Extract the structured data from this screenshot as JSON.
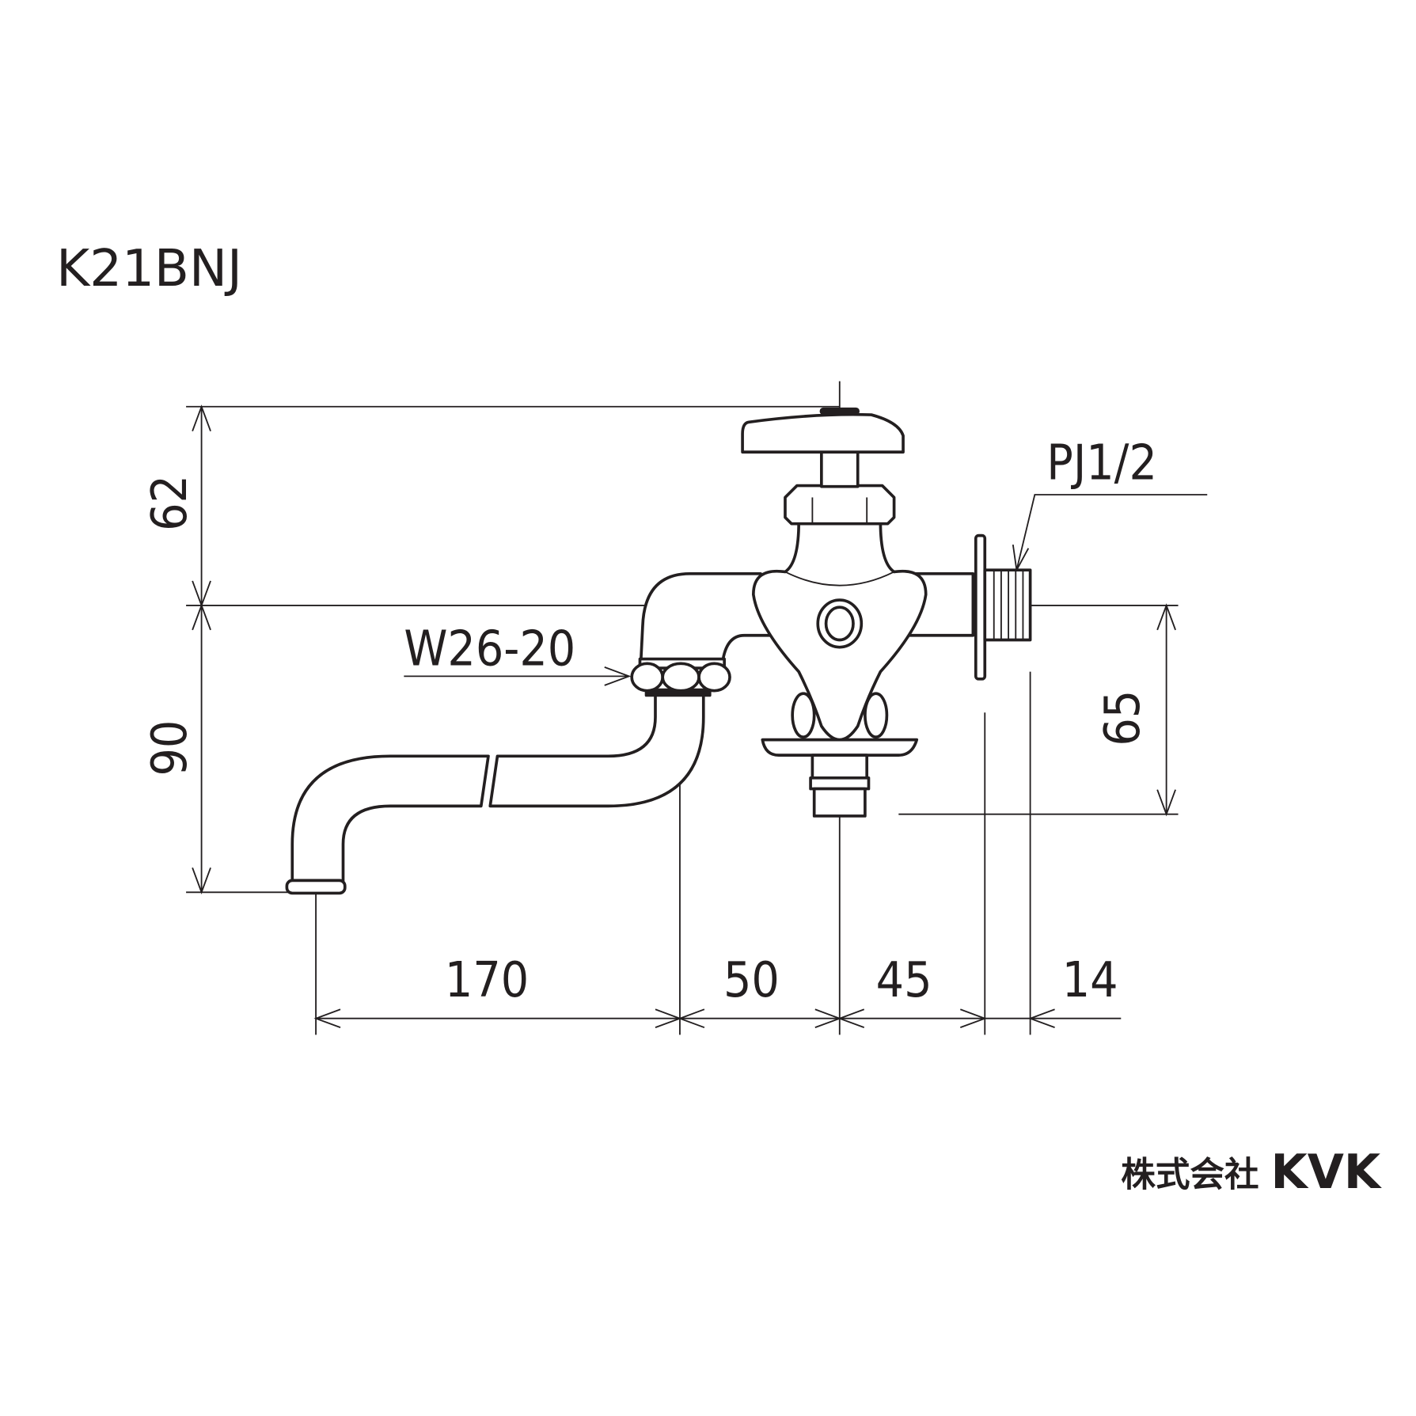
{
  "title": "K21BNJ",
  "dimensions": {
    "height_above_axis": "62",
    "height_below_axis": "90",
    "outlet_drop": "65",
    "spout_reach": "170",
    "spout_to_center": "50",
    "center_to_flange": "45",
    "thread_length": "14"
  },
  "callouts": {
    "hose_connector": "W26-20",
    "thread": "PJ1/2"
  },
  "logo": {
    "company_jp": "株式会社",
    "brand": "KVK"
  },
  "colors": {
    "ink": "#231f20",
    "background": "#ffffff"
  }
}
